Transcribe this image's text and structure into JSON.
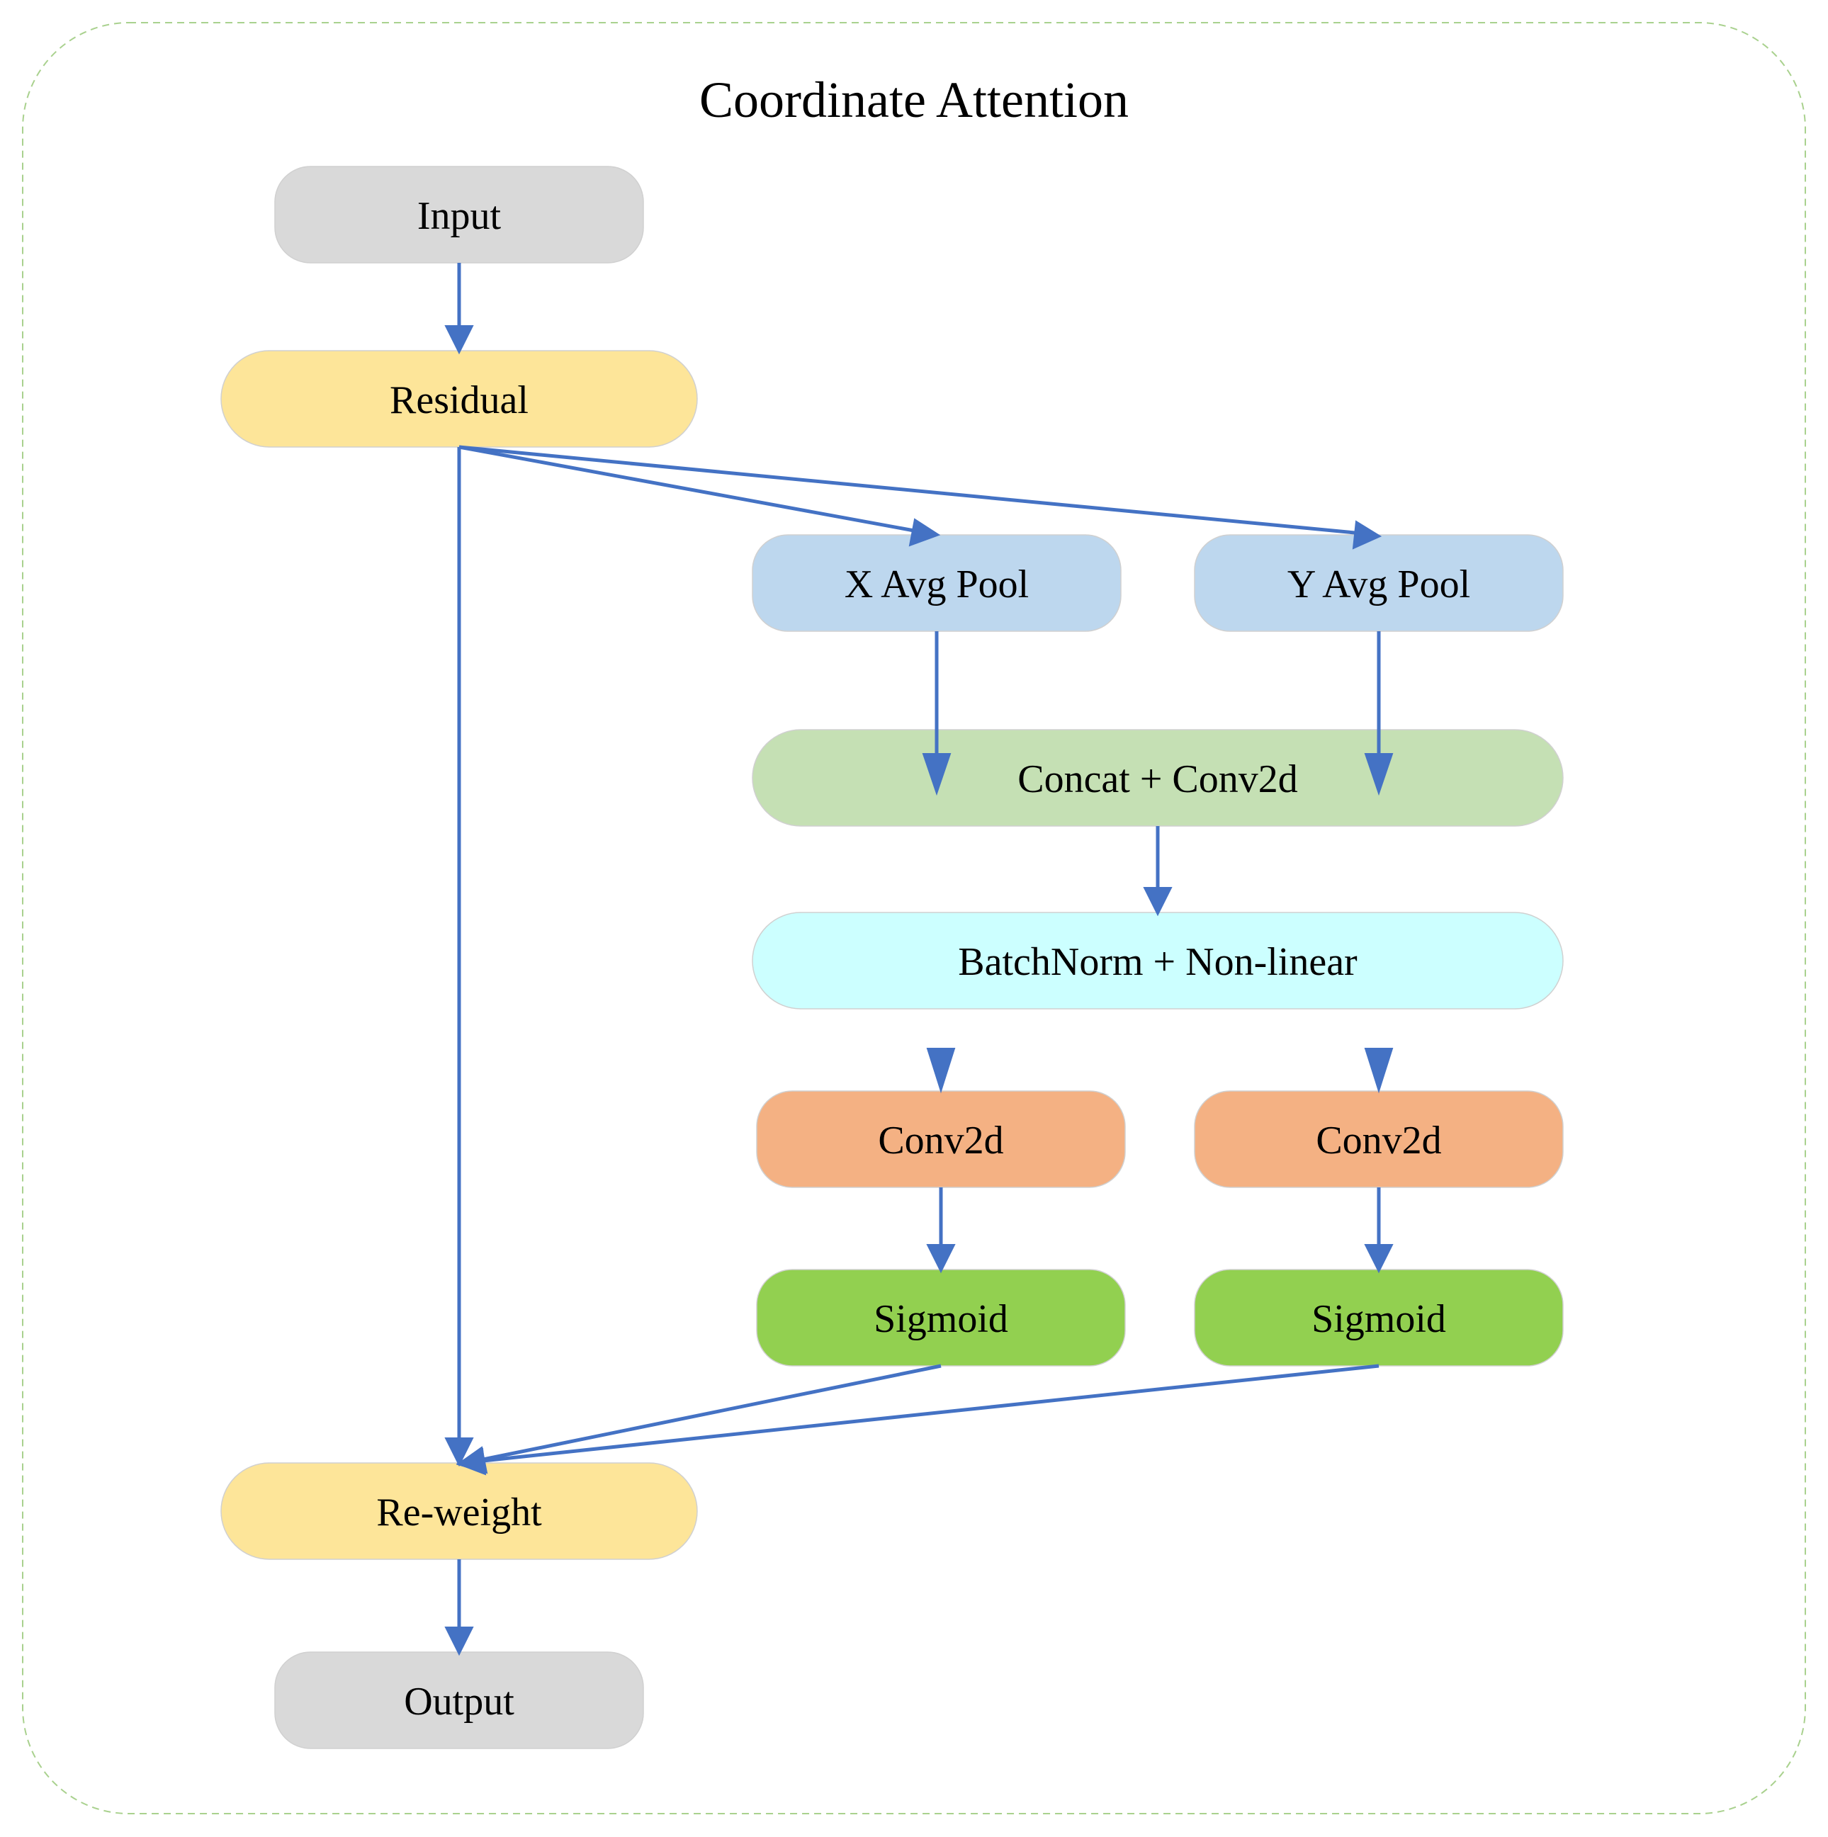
{
  "diagram": {
    "title": "Coordinate Attention",
    "nodes": {
      "input": {
        "label": "Input",
        "color": "#d9d9d9"
      },
      "residual": {
        "label": "Residual",
        "color": "#fde599"
      },
      "x_avg_pool": {
        "label": "X Avg Pool",
        "color": "#bdd7ee"
      },
      "y_avg_pool": {
        "label": "Y Avg Pool",
        "color": "#bdd7ee"
      },
      "concat_conv": {
        "label": "Concat + Conv2d",
        "color": "#c5e0b4"
      },
      "batchnorm": {
        "label": "BatchNorm + Non-linear",
        "color": "#ccffff"
      },
      "conv_left": {
        "label": "Conv2d",
        "color": "#f4b183"
      },
      "conv_right": {
        "label": "Conv2d",
        "color": "#f4b183"
      },
      "sigmoid_left": {
        "label": "Sigmoid",
        "color": "#92d050"
      },
      "sigmoid_right": {
        "label": "Sigmoid",
        "color": "#92d050"
      },
      "reweight": {
        "label": "Re-weight",
        "color": "#fde599"
      },
      "output": {
        "label": "Output",
        "color": "#d9d9d9"
      }
    },
    "edge_color": "#4472c4",
    "frame_color": "#a9d18e"
  }
}
